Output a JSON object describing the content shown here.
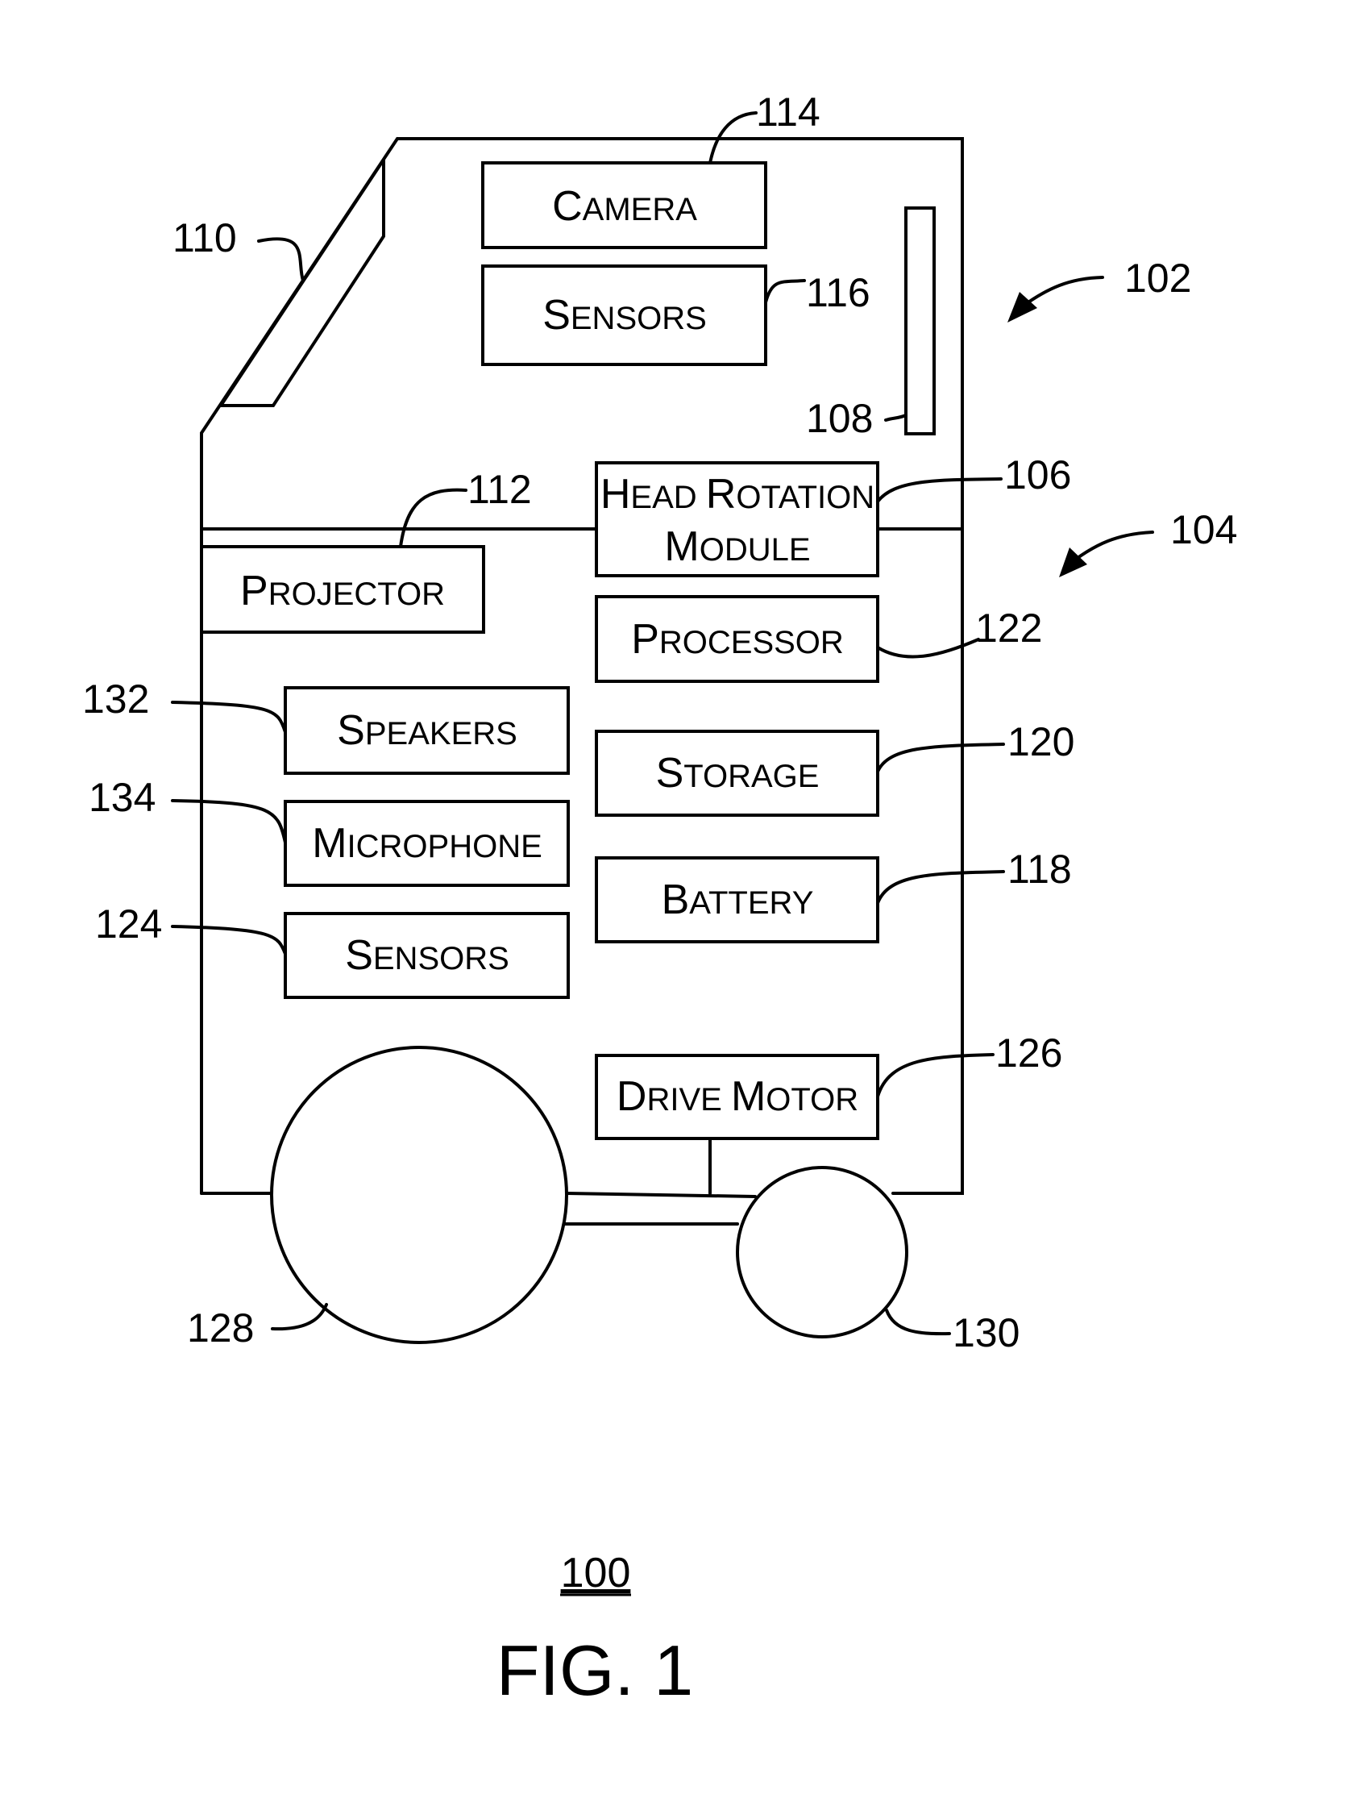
{
  "components": {
    "camera": {
      "label_big": "C",
      "label_small": "AMERA"
    },
    "sensors_head": {
      "label_big": "S",
      "label_small": "ENSORS"
    },
    "head_rotation_line1": {
      "label_big1": "H",
      "label_small1": "EAD ",
      "label_big2": "R",
      "label_small2": "OTATION"
    },
    "head_rotation_line2": {
      "label_big": "M",
      "label_small": "ODULE"
    },
    "projector": {
      "label_big": "P",
      "label_small": "ROJECTOR"
    },
    "processor": {
      "label_big": "P",
      "label_small": "ROCESSOR"
    },
    "speakers": {
      "label_big": "S",
      "label_small": "PEAKERS"
    },
    "storage": {
      "label_big": "S",
      "label_small": "TORAGE"
    },
    "microphone": {
      "label_big": "M",
      "label_small": "ICROPHONE"
    },
    "battery": {
      "label_big": "B",
      "label_small": "ATTERY"
    },
    "sensors_body": {
      "label_big": "S",
      "label_small": "ENSORS"
    },
    "drive_motor": {
      "label_big1": "D",
      "label_small1": "RIVE ",
      "label_big2": "M",
      "label_small2": "OTOR"
    }
  },
  "refs": {
    "r102": "102",
    "r104": "104",
    "r106": "106",
    "r108": "108",
    "r110": "110",
    "r112": "112",
    "r114": "114",
    "r116": "116",
    "r118": "118",
    "r120": "120",
    "r122": "122",
    "r124": "124",
    "r126": "126",
    "r128": "128",
    "r130": "130",
    "r132": "132",
    "r134": "134"
  },
  "figure": {
    "number": "100",
    "caption": "FIG. 1"
  }
}
